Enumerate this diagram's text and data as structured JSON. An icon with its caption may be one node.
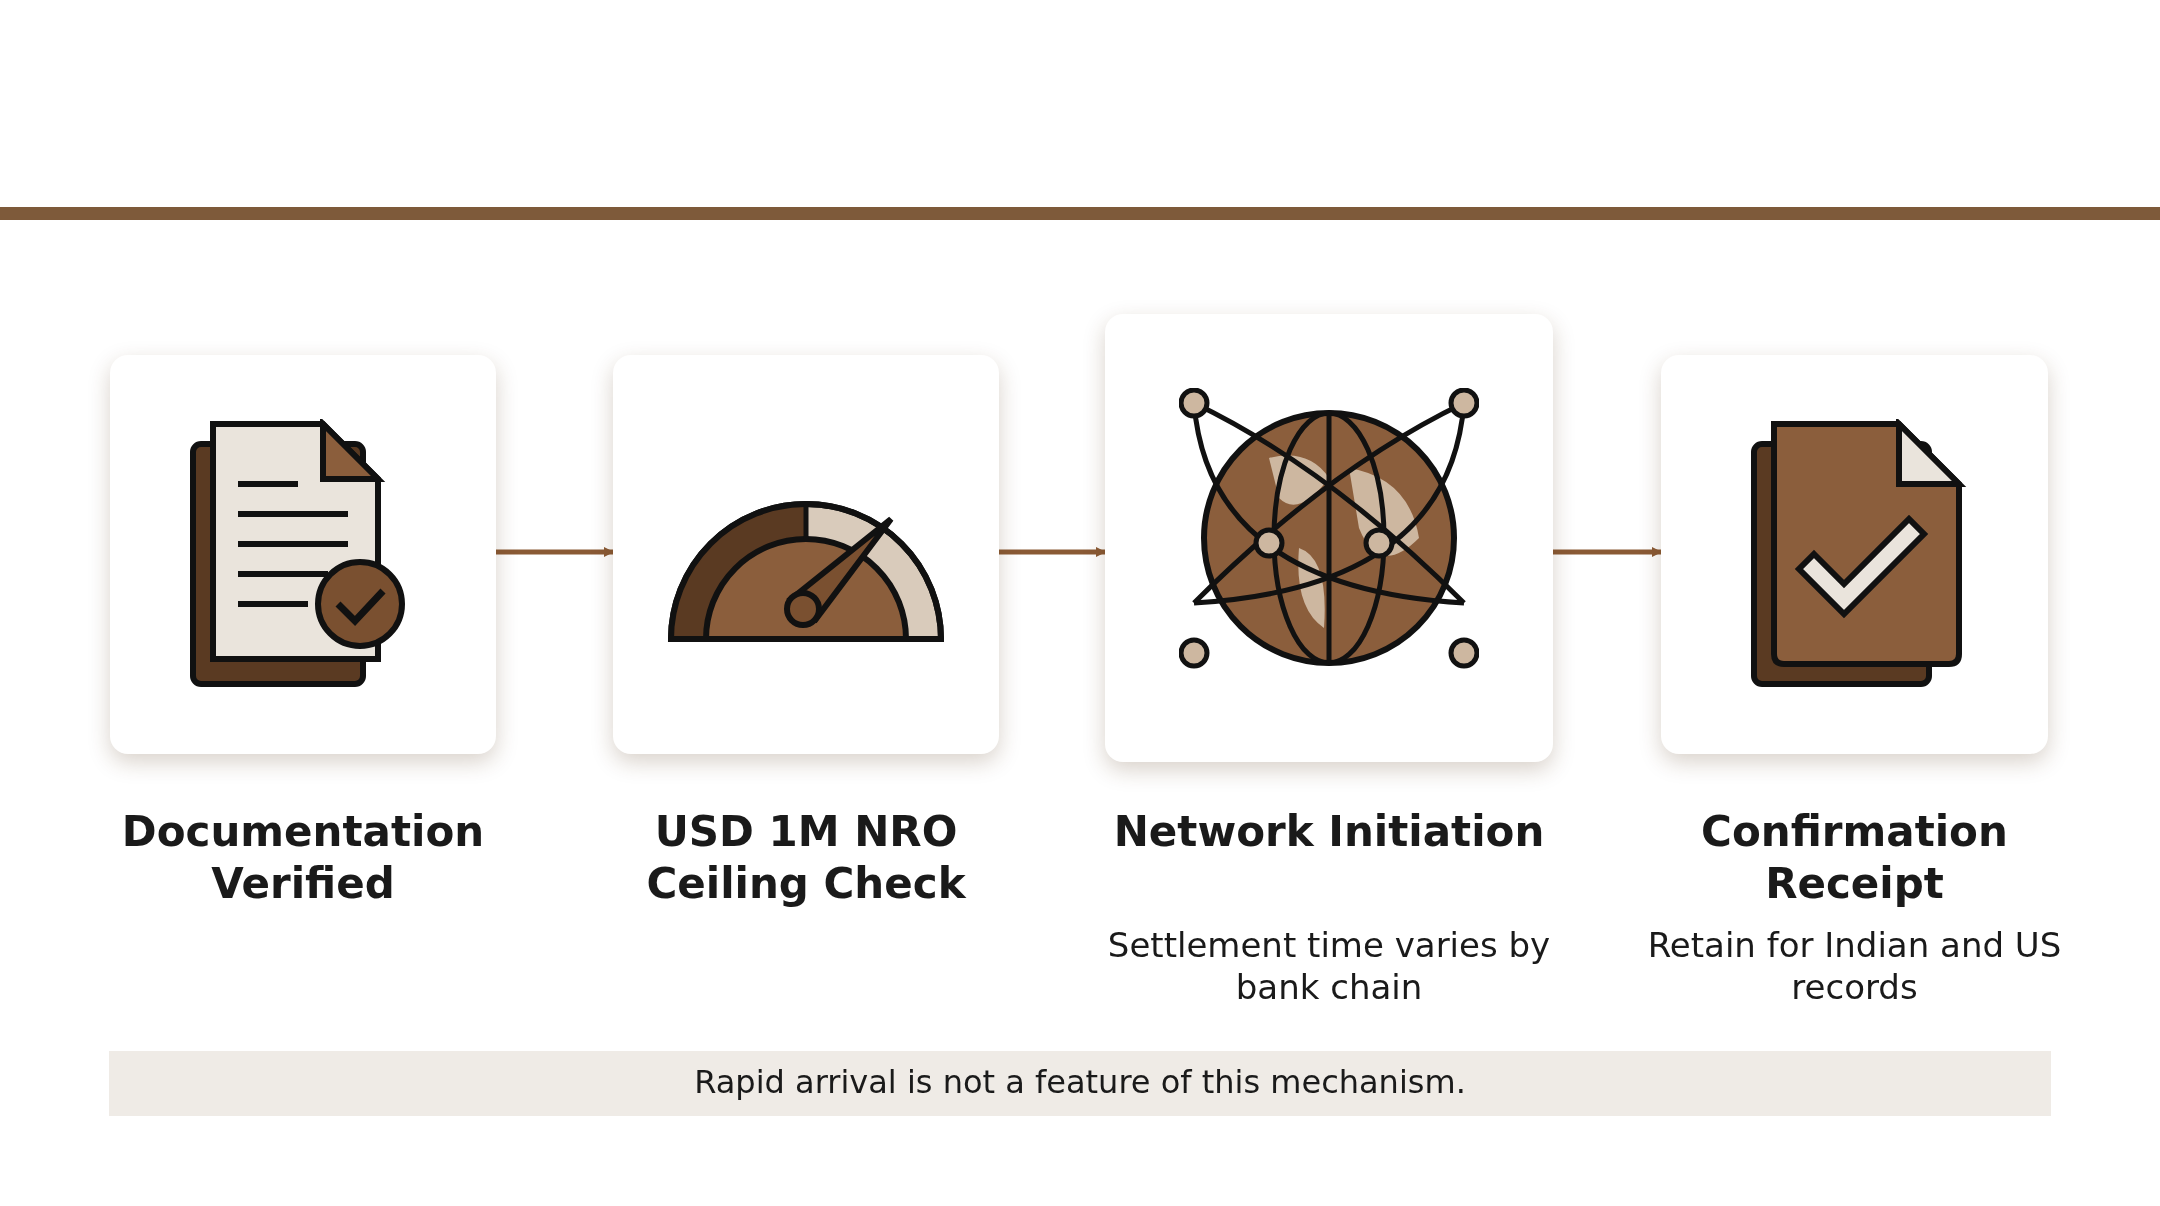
{
  "diagram": {
    "nodes": [
      {
        "text": [
          "Documentation Verified"
        ]
      },
      {
        "text": [
          "USD 1M NRO Ceiling Check"
        ]
      },
      {
        "text": [
          "Network Initiation",
          "Settlement time varies by bank chain"
        ]
      },
      {
        "text": [
          "Confirmation Receipt",
          "Retain for Indian and US records"
        ]
      },
      {
        "text": [
          "Rapid arrival is not a feature of this mechanism."
        ]
      }
    ],
    "edges": [
      {
        "from": 0,
        "to": 1,
        "arrow": "to"
      },
      {
        "from": 1,
        "to": 2,
        "arrow": "to"
      },
      {
        "from": 2,
        "to": 3,
        "arrow": "to"
      }
    ]
  }
}
